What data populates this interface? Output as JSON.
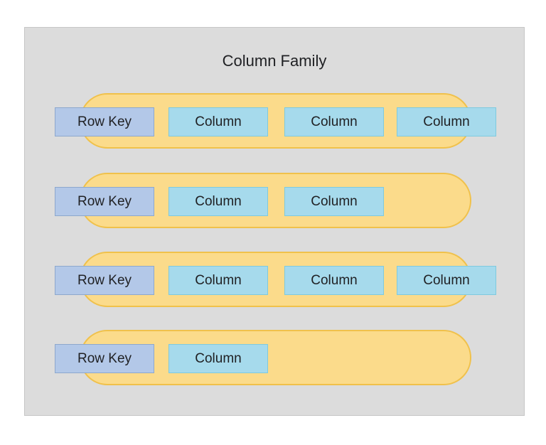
{
  "title": "Column Family",
  "rows": [
    {
      "row_key": "Row Key",
      "columns": [
        "Column",
        "Column",
        "Column"
      ]
    },
    {
      "row_key": "Row Key",
      "columns": [
        "Column",
        "Column"
      ]
    },
    {
      "row_key": "Row Key",
      "columns": [
        "Column",
        "Column",
        "Column"
      ]
    },
    {
      "row_key": "Row Key",
      "columns": [
        "Column"
      ]
    }
  ],
  "colors": {
    "canvas_bg": "#ffffff",
    "container_bg": "#dcdcdc",
    "container_border": "#c6c6c6",
    "pill_bg": "#fbdb8b",
    "pill_border": "#f0c14b",
    "rowkey_bg": "#b3c8e8",
    "rowkey_border": "#8da8cd",
    "column_bg": "#a6daec",
    "column_border": "#7ecadf",
    "text": "#202124"
  }
}
